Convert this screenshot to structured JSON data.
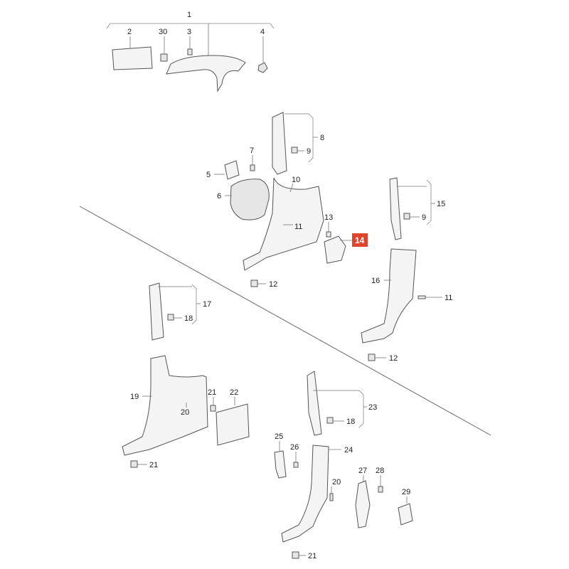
{
  "callouts": {
    "c1": "1",
    "c2": "2",
    "c30": "30",
    "c3": "3",
    "c4": "4",
    "c8": "8",
    "c9a": "9",
    "c7": "7",
    "c5": "5",
    "c10": "10",
    "c6": "6",
    "c11a": "11",
    "c13": "13",
    "c14": "14",
    "c15": "15",
    "c9b": "9",
    "c12a": "12",
    "c16": "16",
    "c11b": "11",
    "c17": "17",
    "c18a": "18",
    "c12b": "12",
    "c19": "19",
    "c21a": "21",
    "c22": "22",
    "c20a": "20",
    "c21b": "21",
    "c23": "23",
    "c18b": "18",
    "c25": "25",
    "c26": "26",
    "c24": "24",
    "c27": "27",
    "c28": "28",
    "c20b": "20",
    "c29": "29",
    "c21c": "21"
  },
  "highlight": {
    "part": "14",
    "color": "#e0452b"
  }
}
